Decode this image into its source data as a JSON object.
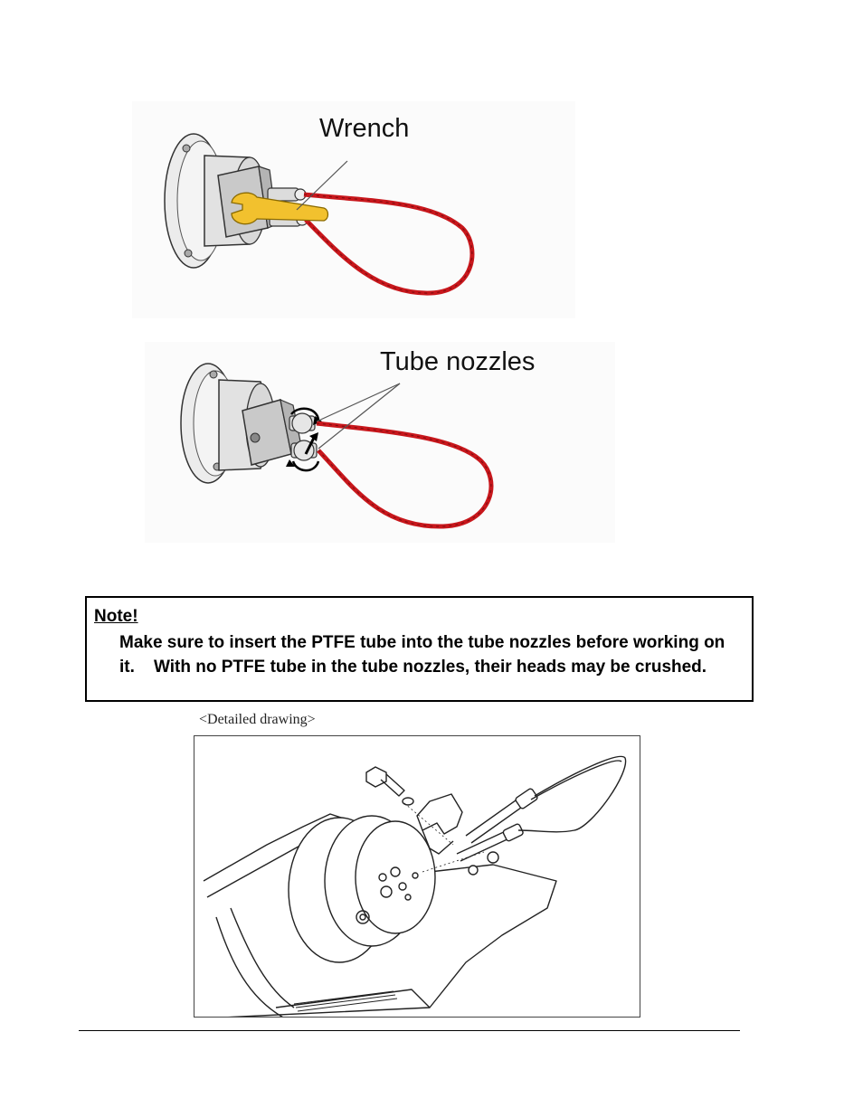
{
  "figure1": {
    "callout": "Wrench"
  },
  "figure2": {
    "callout": "Tube nozzles"
  },
  "note": {
    "title": "Note!",
    "body": "Make sure to insert the PTFE tube into the tube nozzles before working on it.    With no PTFE tube in the tube nozzles, their heads may be crushed."
  },
  "detail": {
    "caption": "<Detailed drawing>"
  },
  "colors": {
    "tube": "#c8171c",
    "wrench": "#f2c12e",
    "block": "#c9c9c9",
    "line": "#333333"
  }
}
